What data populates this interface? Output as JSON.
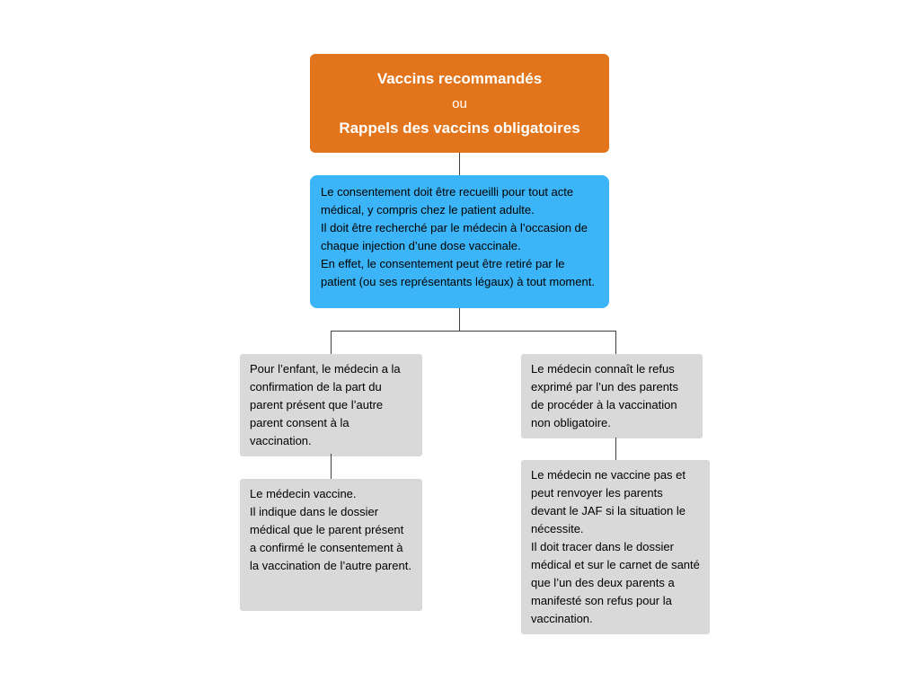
{
  "colors": {
    "root_bg": "#E2751C",
    "consent_bg": "#3CB5F8",
    "branch_bg": "#D9D9D9",
    "connector": "#404040",
    "root_text": "#FFFFFF",
    "body_text": "#000000"
  },
  "diagram": {
    "root": {
      "line1": "Vaccins recommandés",
      "line2": "ou",
      "line3": "Rappels des vaccins obligatoires"
    },
    "consent_box": {
      "text": "Le consentement doit être recueilli pour tout acte médical, y compris chez le patient adulte.\nIl doit être recherché par le médecin à l’occasion de chaque injection d’une dose vaccinale.\nEn effet, le consentement peut être retiré par le patient (ou ses représentants légaux) à tout moment."
    },
    "left_branch": {
      "condition": {
        "text": "Pour l’enfant, le médecin a la confirmation de la part du parent présent que l’autre parent consent à la vaccination."
      },
      "outcome": {
        "text": "Le médecin vaccine.\nIl indique dans le dossier médical que le parent présent a confirmé le consentement à la vaccination de l’autre parent."
      }
    },
    "right_branch": {
      "condition": {
        "text": "Le médecin connaît le refus exprimé par l’un des parents de procéder à la vaccination non obligatoire."
      },
      "outcome": {
        "text": "Le médecin ne vaccine pas et peut renvoyer les parents devant le JAF si la situation le nécessite.\nIl doit tracer dans le dossier médical et sur le carnet de santé que l’un des deux parents a manifesté son refus pour la vaccination."
      }
    }
  }
}
